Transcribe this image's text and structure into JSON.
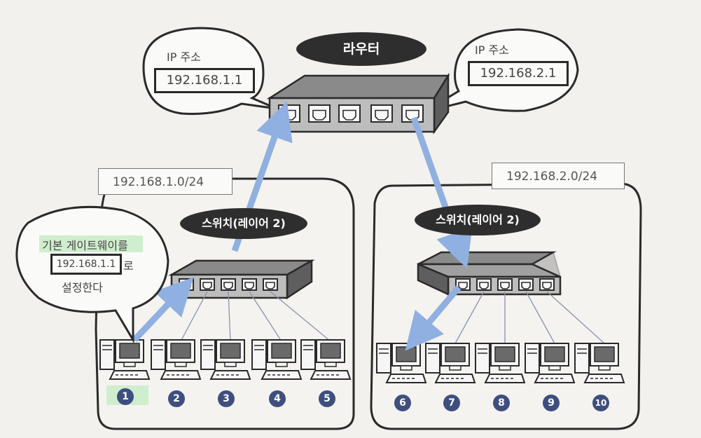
{
  "router": {
    "label": "라우터",
    "left_callout_title": "IP 주소",
    "left_ip": "192.168.1.1",
    "right_callout_title": "IP 주소",
    "right_ip": "192.168.2.1"
  },
  "network_left": {
    "address": "192.168.1.0/24",
    "switch_label": "스위치(레이어 2)",
    "callout_line1": "기본 게이트웨이를",
    "callout_ip": "192.168.1.1",
    "callout_suffix": "로",
    "callout_line3": "설정한다",
    "pc_numbers": [
      "1",
      "2",
      "3",
      "4",
      "5"
    ]
  },
  "network_right": {
    "address": "192.168.2.0/24",
    "switch_label": "스위치(레이어 2)",
    "pc_numbers": [
      "6",
      "7",
      "8",
      "9",
      "10"
    ]
  },
  "colors": {
    "arrow": "#8fb0e0",
    "badge": "#3e4f7e",
    "highlight": "#cfeecd"
  }
}
